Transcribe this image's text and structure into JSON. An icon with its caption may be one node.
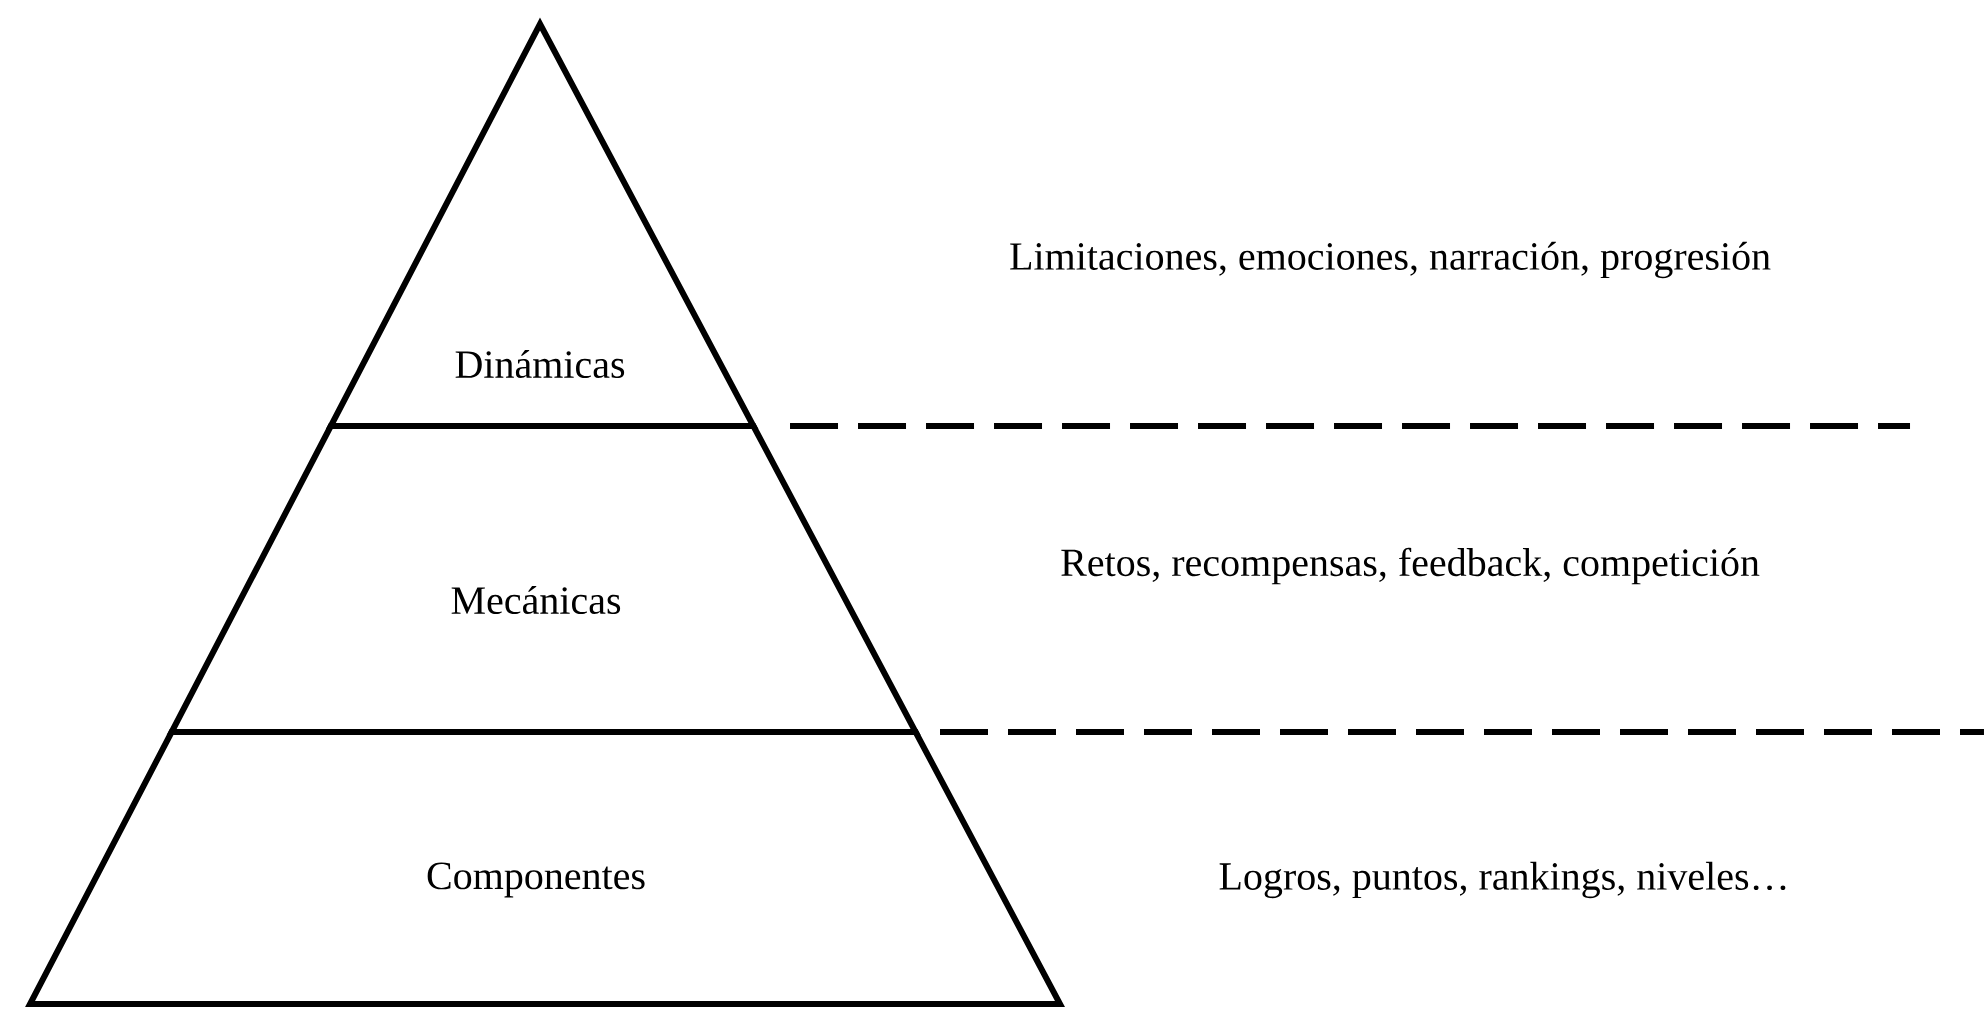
{
  "diagram": {
    "nodes": [
      {
        "text": [
          "Dinámicas"
        ]
      },
      {
        "text": [
          "Mecánicas"
        ]
      },
      {
        "text": [
          "Componentes"
        ]
      }
    ],
    "labels": [
      "Limitaciones, emociones, narración, progresión",
      "Retos, recompensas, feedback, competición",
      "Logros, puntos, rankings, niveles…"
    ]
  }
}
